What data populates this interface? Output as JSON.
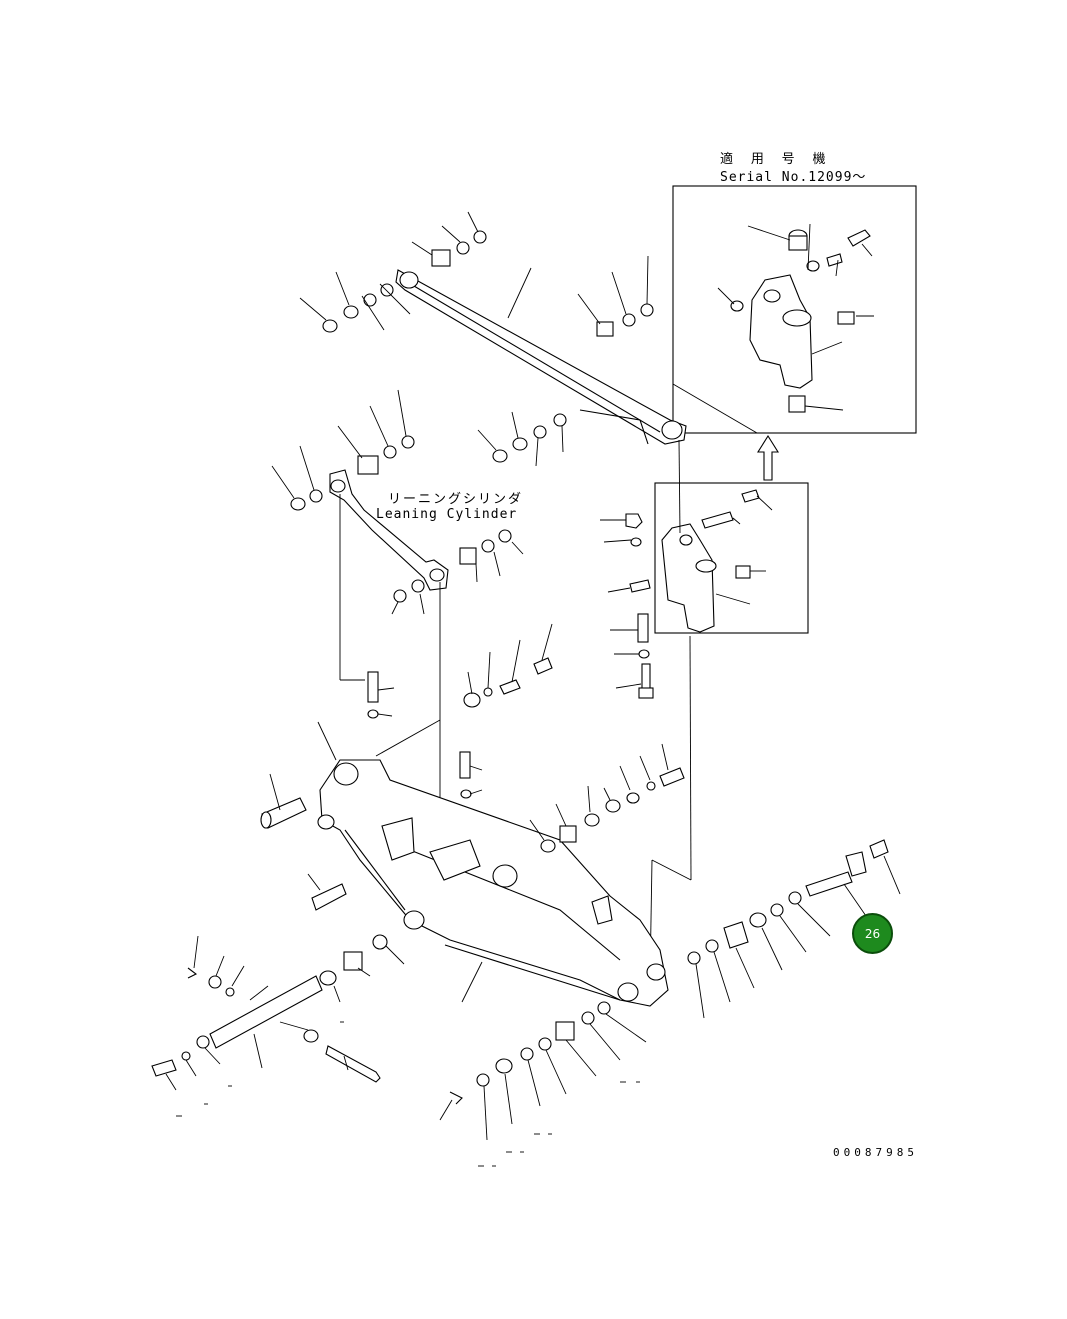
{
  "inset": {
    "title_jp": "適 用 号 機",
    "title_en": "Serial No.12099～"
  },
  "leaning_cylinder": {
    "label_jp": "リーニングシリンダ",
    "label_en": "Leaning Cylinder"
  },
  "document_number": "00087985",
  "callouts": [
    {
      "label": "26",
      "color": "#1e8a1e"
    }
  ],
  "colors": {
    "line": "#000000",
    "background": "#ffffff",
    "callout_fill": "#1e8a1e"
  }
}
